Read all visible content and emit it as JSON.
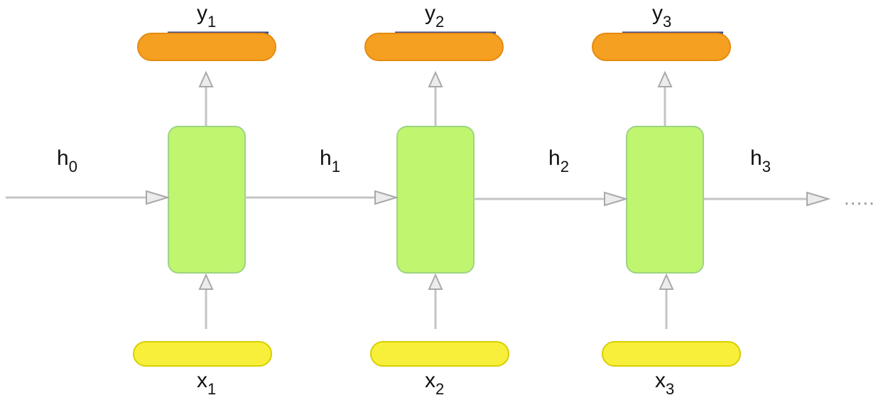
{
  "colors": {
    "cell_fill": "#bff56f",
    "output_fill": "#f5a020",
    "input_fill": "#f7ef3a",
    "output_top_line": "#3a4a8a"
  },
  "initial_state": {
    "base": "h",
    "sub": "0"
  },
  "steps": [
    {
      "input": {
        "base": "x",
        "sub": "1"
      },
      "output": {
        "base": "y",
        "sub": "1"
      },
      "state": {
        "base": "h",
        "sub": "1"
      }
    },
    {
      "input": {
        "base": "x",
        "sub": "2"
      },
      "output": {
        "base": "y",
        "sub": "2"
      },
      "state": {
        "base": "h",
        "sub": "2"
      }
    },
    {
      "input": {
        "base": "x",
        "sub": "3"
      },
      "output": {
        "base": "y",
        "sub": "3"
      },
      "state": {
        "base": "h",
        "sub": "3"
      }
    }
  ],
  "continuation": "....."
}
